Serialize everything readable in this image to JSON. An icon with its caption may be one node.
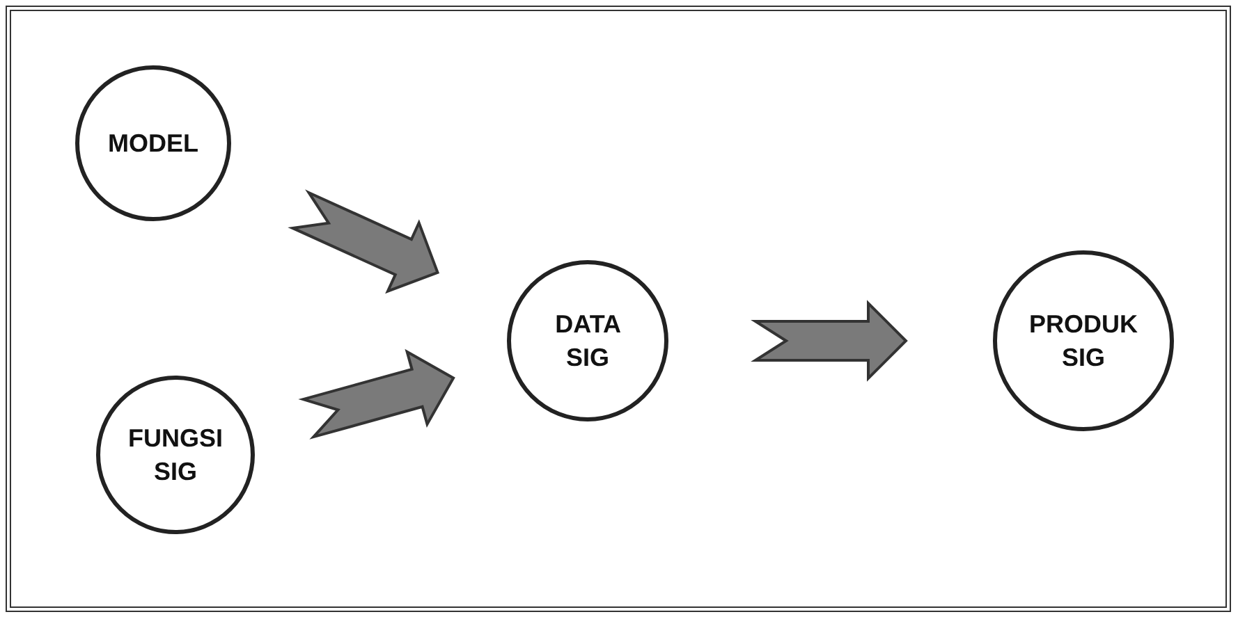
{
  "diagram": {
    "nodes": [
      {
        "text": [
          "MODEL"
        ]
      },
      {
        "text": [
          "FUNGSI SIG"
        ]
      },
      {
        "text": [
          "DATA SIG"
        ]
      },
      {
        "text": [
          "PRODUK SIG"
        ]
      }
    ],
    "edges": [
      {
        "from": 0,
        "to": 2,
        "arrow": "to",
        "style": "thick"
      },
      {
        "from": 1,
        "to": 2,
        "arrow": "to",
        "style": "thick"
      },
      {
        "from": 2,
        "to": 3,
        "arrow": "to",
        "style": "thick"
      }
    ]
  }
}
